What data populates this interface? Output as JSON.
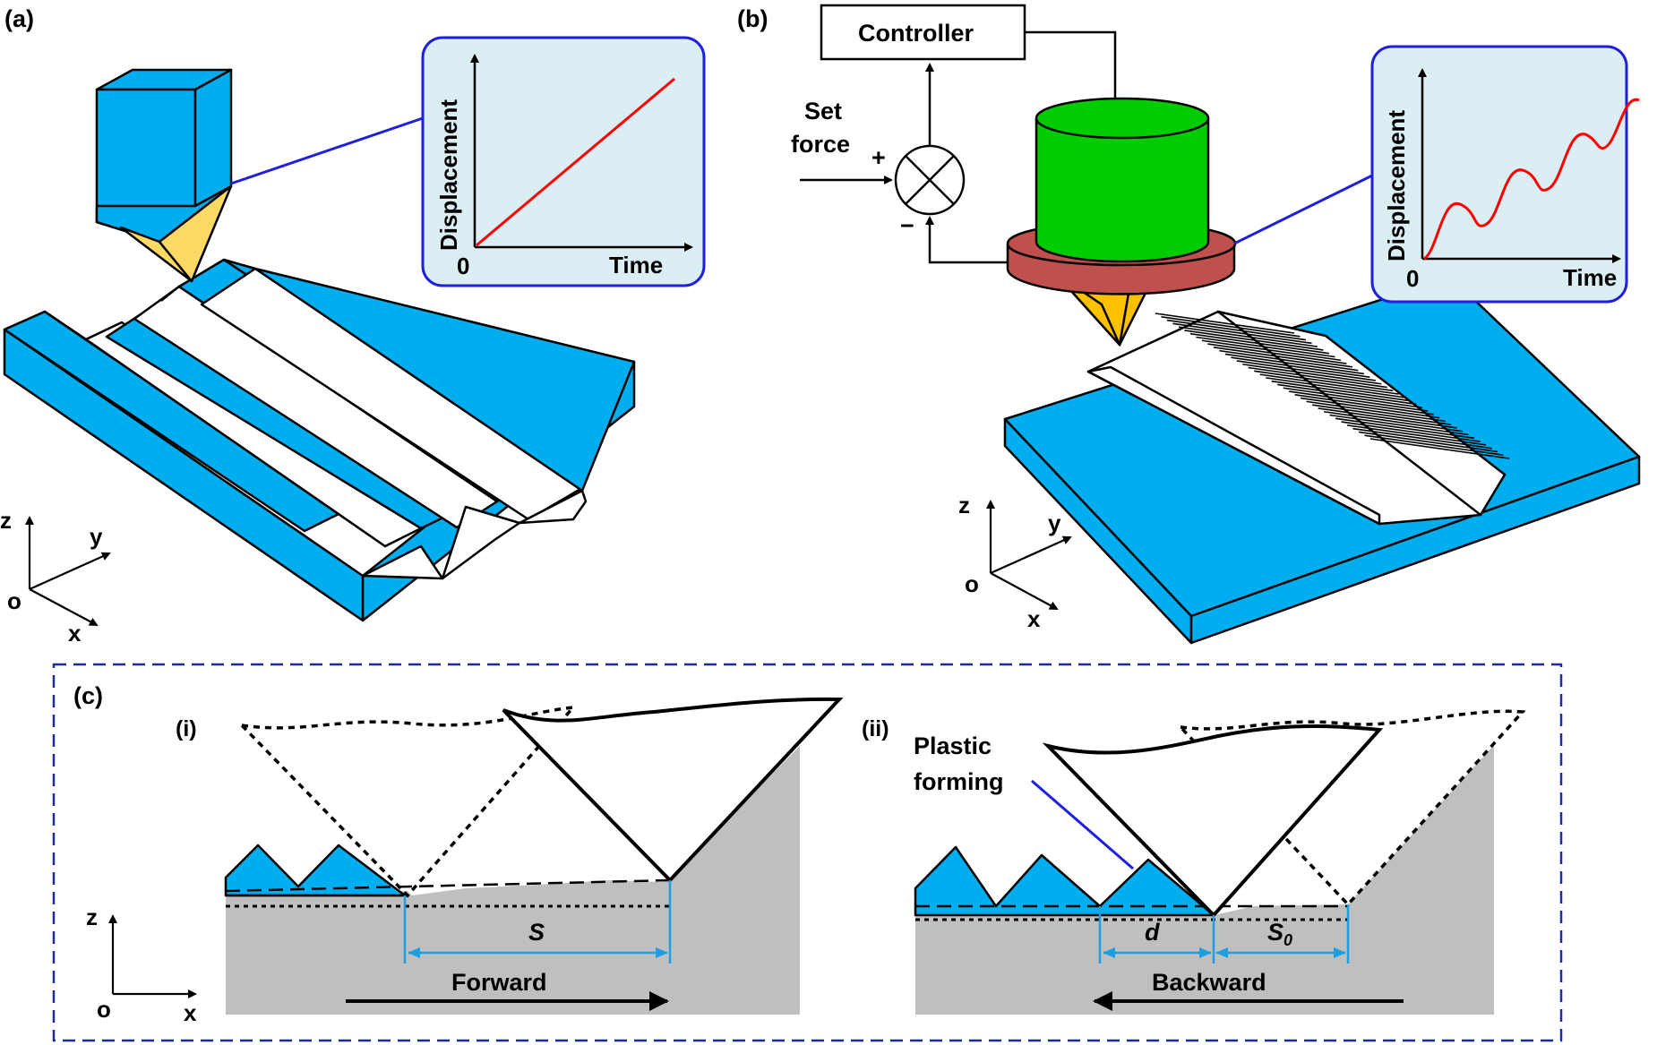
{
  "panels": {
    "a": {
      "label": "(a)",
      "graph": {
        "ylabel": "Displacement",
        "xlabel": "Time",
        "origin": "0"
      },
      "axes": {
        "z": "z",
        "y": "y",
        "x": "x",
        "o": "o"
      }
    },
    "b": {
      "label": "(b)",
      "controller": "Controller",
      "set_force_line1": "Set",
      "set_force_line2": "force",
      "plus": "+",
      "minus": "−",
      "graph": {
        "ylabel": "Displacement",
        "xlabel": "Time",
        "origin": "0"
      },
      "axes": {
        "z": "z",
        "y": "y",
        "x": "x",
        "o": "o"
      }
    },
    "c": {
      "label": "(c)",
      "sub_i": "(i)",
      "sub_ii": "(ii)",
      "plastic_line1": "Plastic",
      "plastic_line2": "forming",
      "s_label": "S",
      "d_label": "d",
      "s0_label": "S",
      "s0_sub": "0",
      "forward": "Forward",
      "backward": "Backward",
      "axes": {
        "z": "z",
        "x": "x",
        "o": "o"
      }
    }
  },
  "colors": {
    "blue_surface": "#00AEEF",
    "tool_yellow": "#FFD966",
    "tool_gold": "#FFC000",
    "actuator_green": "#00CC00",
    "actuator_ring": "#C0504D",
    "graph_bg": "#DAEEF3",
    "graph_border": "#1F1FE0",
    "curve_red": "#FF0000",
    "material_gray": "#BFBFBF",
    "dim_cyan": "#1E9FE0",
    "frame_navy": "#1F2C9E"
  }
}
